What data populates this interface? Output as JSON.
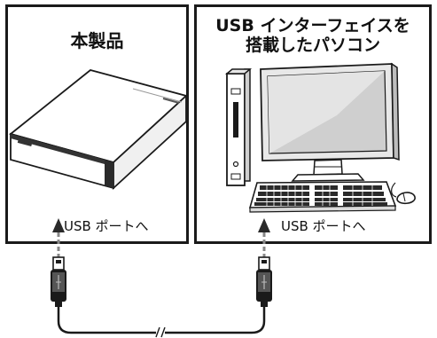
{
  "panels": {
    "device": {
      "title": "本製品",
      "port_label": "USB ポートへ"
    },
    "pc": {
      "title_line1": "USB インターフェイスを",
      "title_line2": "搭載したパソコン",
      "port_label": "USB ポートへ"
    }
  },
  "icons": {
    "device": "external-hard-drive",
    "pc": "desktop-computer",
    "cable": "usb-cable",
    "arrow": "up-arrow",
    "break": "cable-break-mark"
  }
}
